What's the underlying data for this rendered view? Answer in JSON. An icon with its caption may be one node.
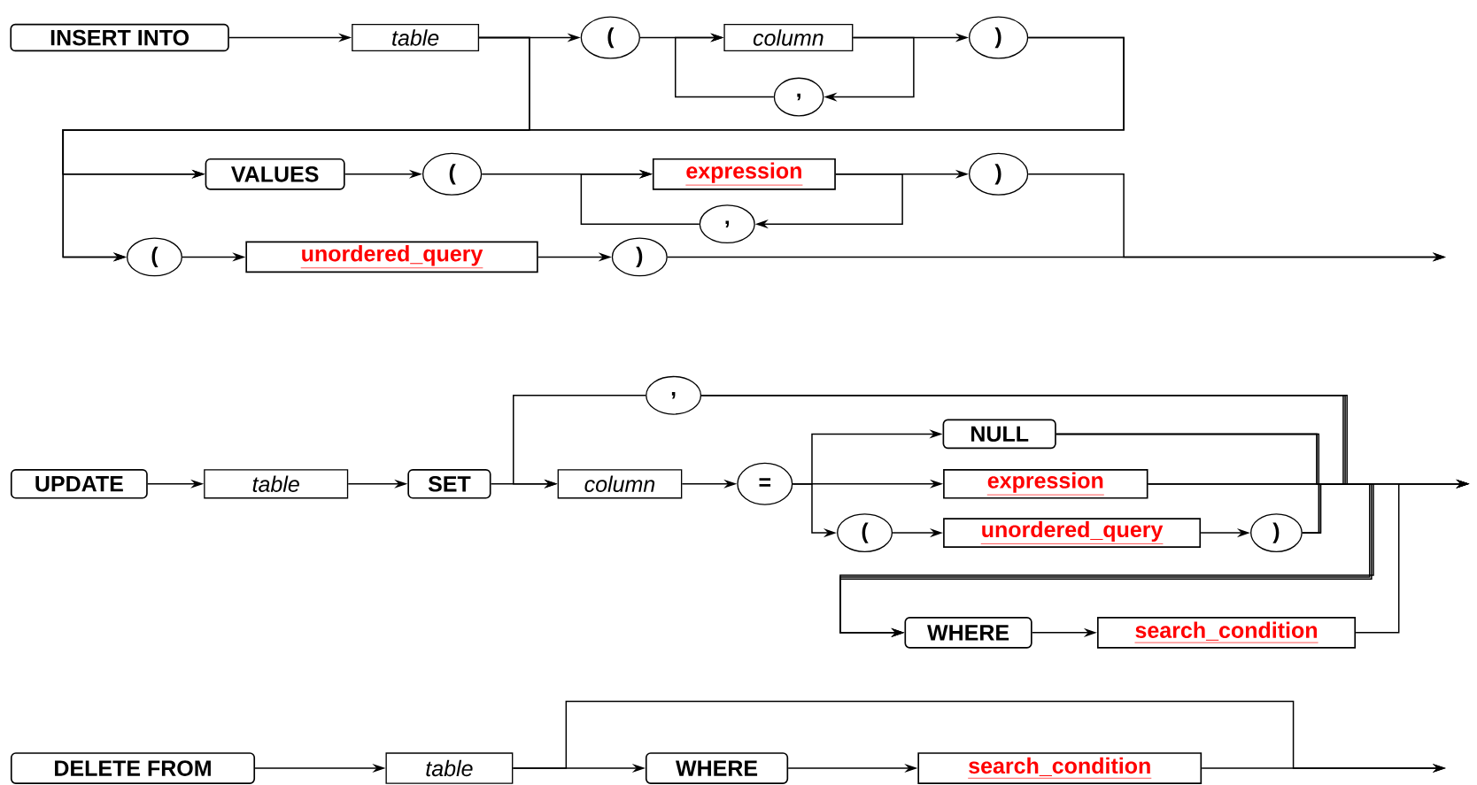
{
  "diagram": {
    "nodes": [
      {
        "text": [
          "INSERT INTO"
        ]
      },
      {
        "text": [
          "table"
        ]
      },
      {
        "text": [
          "("
        ]
      },
      {
        "text": [
          "column"
        ]
      },
      {
        "text": [
          ")"
        ]
      },
      {
        "text": [
          ","
        ]
      },
      {
        "text": [
          "VALUES"
        ]
      },
      {
        "text": [
          "("
        ]
      },
      {
        "text": [
          "expression"
        ]
      },
      {
        "text": [
          ")"
        ]
      },
      {
        "text": [
          ","
        ]
      },
      {
        "text": [
          "("
        ]
      },
      {
        "text": [
          "unordered_query"
        ]
      },
      {
        "text": [
          ")"
        ]
      },
      {
        "text": [
          "UPDATE"
        ]
      },
      {
        "text": [
          "table"
        ]
      },
      {
        "text": [
          "SET"
        ]
      },
      {
        "text": [
          "column"
        ]
      },
      {
        "text": [
          "="
        ]
      },
      {
        "text": [
          ","
        ]
      },
      {
        "text": [
          "NULL"
        ]
      },
      {
        "text": [
          "expression"
        ]
      },
      {
        "text": [
          "("
        ]
      },
      {
        "text": [
          "unordered_query"
        ]
      },
      {
        "text": [
          ")"
        ]
      },
      {
        "text": [
          "WHERE"
        ]
      },
      {
        "text": [
          "search_condition"
        ]
      },
      {
        "text": [
          "DELETE FROM"
        ]
      },
      {
        "text": [
          "table"
        ]
      },
      {
        "text": [
          "WHERE"
        ]
      },
      {
        "text": [
          "search_condition"
        ]
      }
    ],
    "edges": [
      {
        "from": 0,
        "to": 1,
        "arrow": "to"
      },
      {
        "from": 1,
        "to": 2,
        "arrow": "to"
      },
      {
        "from": 1,
        "to": 6,
        "arrow": "to"
      },
      {
        "from": 1,
        "to": 11,
        "arrow": "to"
      },
      {
        "from": 2,
        "to": 3,
        "arrow": "to"
      },
      {
        "from": 3,
        "to": 4,
        "arrow": "to"
      },
      {
        "from": 3,
        "to": 5,
        "arrow": "to"
      },
      {
        "from": 5,
        "to": 3,
        "arrow": "to"
      },
      {
        "from": 4,
        "to": 6,
        "arrow": "to"
      },
      {
        "from": 4,
        "to": 11,
        "arrow": "to"
      },
      {
        "from": 6,
        "to": 7,
        "arrow": "to"
      },
      {
        "from": 7,
        "to": 8,
        "arrow": "to"
      },
      {
        "from": 8,
        "to": 9,
        "arrow": "to"
      },
      {
        "from": 8,
        "to": 10,
        "arrow": "to"
      },
      {
        "from": 10,
        "to": 8,
        "arrow": "to"
      },
      {
        "from": 9,
        "to": null,
        "arrow": "to"
      },
      {
        "from": 11,
        "to": 12,
        "arrow": "to"
      },
      {
        "from": 12,
        "to": 13,
        "arrow": "to"
      },
      {
        "from": 13,
        "to": null,
        "arrow": "to"
      },
      {
        "from": 14,
        "to": 15,
        "arrow": "to"
      },
      {
        "from": 15,
        "to": 16,
        "arrow": "to"
      },
      {
        "from": 16,
        "to": 17,
        "arrow": "to"
      },
      {
        "from": 17,
        "to": 18,
        "arrow": "to"
      },
      {
        "from": 18,
        "to": 20,
        "arrow": "to"
      },
      {
        "from": 18,
        "to": 21,
        "arrow": "to"
      },
      {
        "from": 18,
        "to": 22,
        "arrow": "to"
      },
      {
        "from": 22,
        "to": 23,
        "arrow": "to"
      },
      {
        "from": 23,
        "to": 24,
        "arrow": "to"
      },
      {
        "from": 20,
        "to": null,
        "arrow": "to"
      },
      {
        "from": 21,
        "to": null,
        "arrow": "to"
      },
      {
        "from": 24,
        "to": null,
        "arrow": "to"
      },
      {
        "from": 20,
        "to": 19,
        "arrow": "none"
      },
      {
        "from": 21,
        "to": 19,
        "arrow": "none"
      },
      {
        "from": 24,
        "to": 19,
        "arrow": "none"
      },
      {
        "from": 19,
        "to": 17,
        "arrow": "to"
      },
      {
        "from": 20,
        "to": 25,
        "arrow": "to"
      },
      {
        "from": 21,
        "to": 25,
        "arrow": "to"
      },
      {
        "from": 24,
        "to": 25,
        "arrow": "to"
      },
      {
        "from": 25,
        "to": 26,
        "arrow": "to"
      },
      {
        "from": 26,
        "to": null,
        "arrow": "to"
      },
      {
        "from": 27,
        "to": 28,
        "arrow": "to"
      },
      {
        "from": 28,
        "to": 29,
        "arrow": "to"
      },
      {
        "from": 28,
        "to": null,
        "arrow": "to"
      },
      {
        "from": 29,
        "to": 30,
        "arrow": "to"
      },
      {
        "from": 30,
        "to": null,
        "arrow": "to"
      }
    ]
  }
}
